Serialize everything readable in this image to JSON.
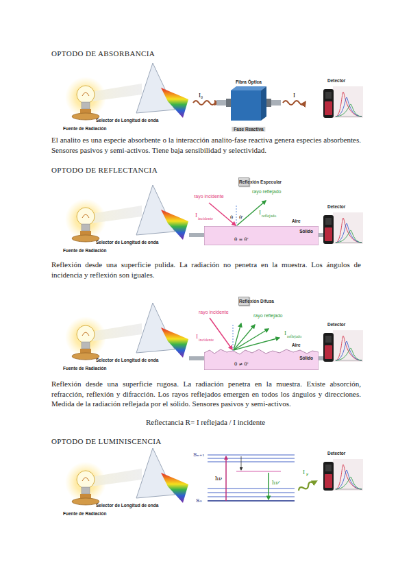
{
  "diagram": {
    "nodes": [
      {
        "text": [
          "Fibra Óptica",
          "Fase Reactiva"
        ]
      },
      {
        "text": [
          "Reflexión Especular"
        ]
      },
      {
        "text": [
          "Sólido",
          "θ = θ'"
        ]
      },
      {
        "text": [
          "Reflexión Difusa"
        ]
      },
      {
        "text": [
          "Sólido",
          "θ ≠ θ'"
        ]
      }
    ],
    "labels": [
      "OPTODO DE ABSORBANCIA",
      "Fuente de Radiación",
      "Selector de Longitud de onda",
      "I₀",
      "I",
      "Detector",
      "El analito es una especie absorbente o la interacción analito-fase reactiva genera especies absorbentes. Sensores pasivos y semi-activos. Tiene baja sensibilidad y selectividad.",
      "OPTODO DE REFLECTANCIA",
      "Fuente de Radiación",
      "Selector de Longitud de onda",
      "rayo incidente",
      "rayo reflejado",
      "θ",
      "θ'",
      "I",
      "incidente",
      "I",
      "reflejado",
      "Aire",
      "Detector",
      "Reflexión desde una superficie pulida. La radiación no penetra en la muestra. Los ángulos de incidencia y reflexión son iguales.",
      "rayo incidente",
      "rayo reflejado",
      "I",
      "incidente",
      "I",
      "reflejado",
      "Aire",
      "Fuente de Radiación",
      "Selector de Longitud de onda",
      "Detector",
      "Reflexión desde una superficie rugosa. La radiación penetra en la muestra. Existe absorción, refracción, reflexión y difracción. Los rayos reflejados emergen en todos los ángulos y direcciones. Medida de la radiación reflejada por el sólido. Sensores pasivos y semi-activos.",
      "Reflectancia R= I reflejada / I incidente",
      "OPTODO DE LUMINISCENCIA",
      "Fuente de Radiación",
      "Selector de Longitud de onda",
      "Sₙ₊₁",
      "S₀",
      "hν",
      "hν'",
      "I",
      "F",
      "Detector"
    ]
  }
}
